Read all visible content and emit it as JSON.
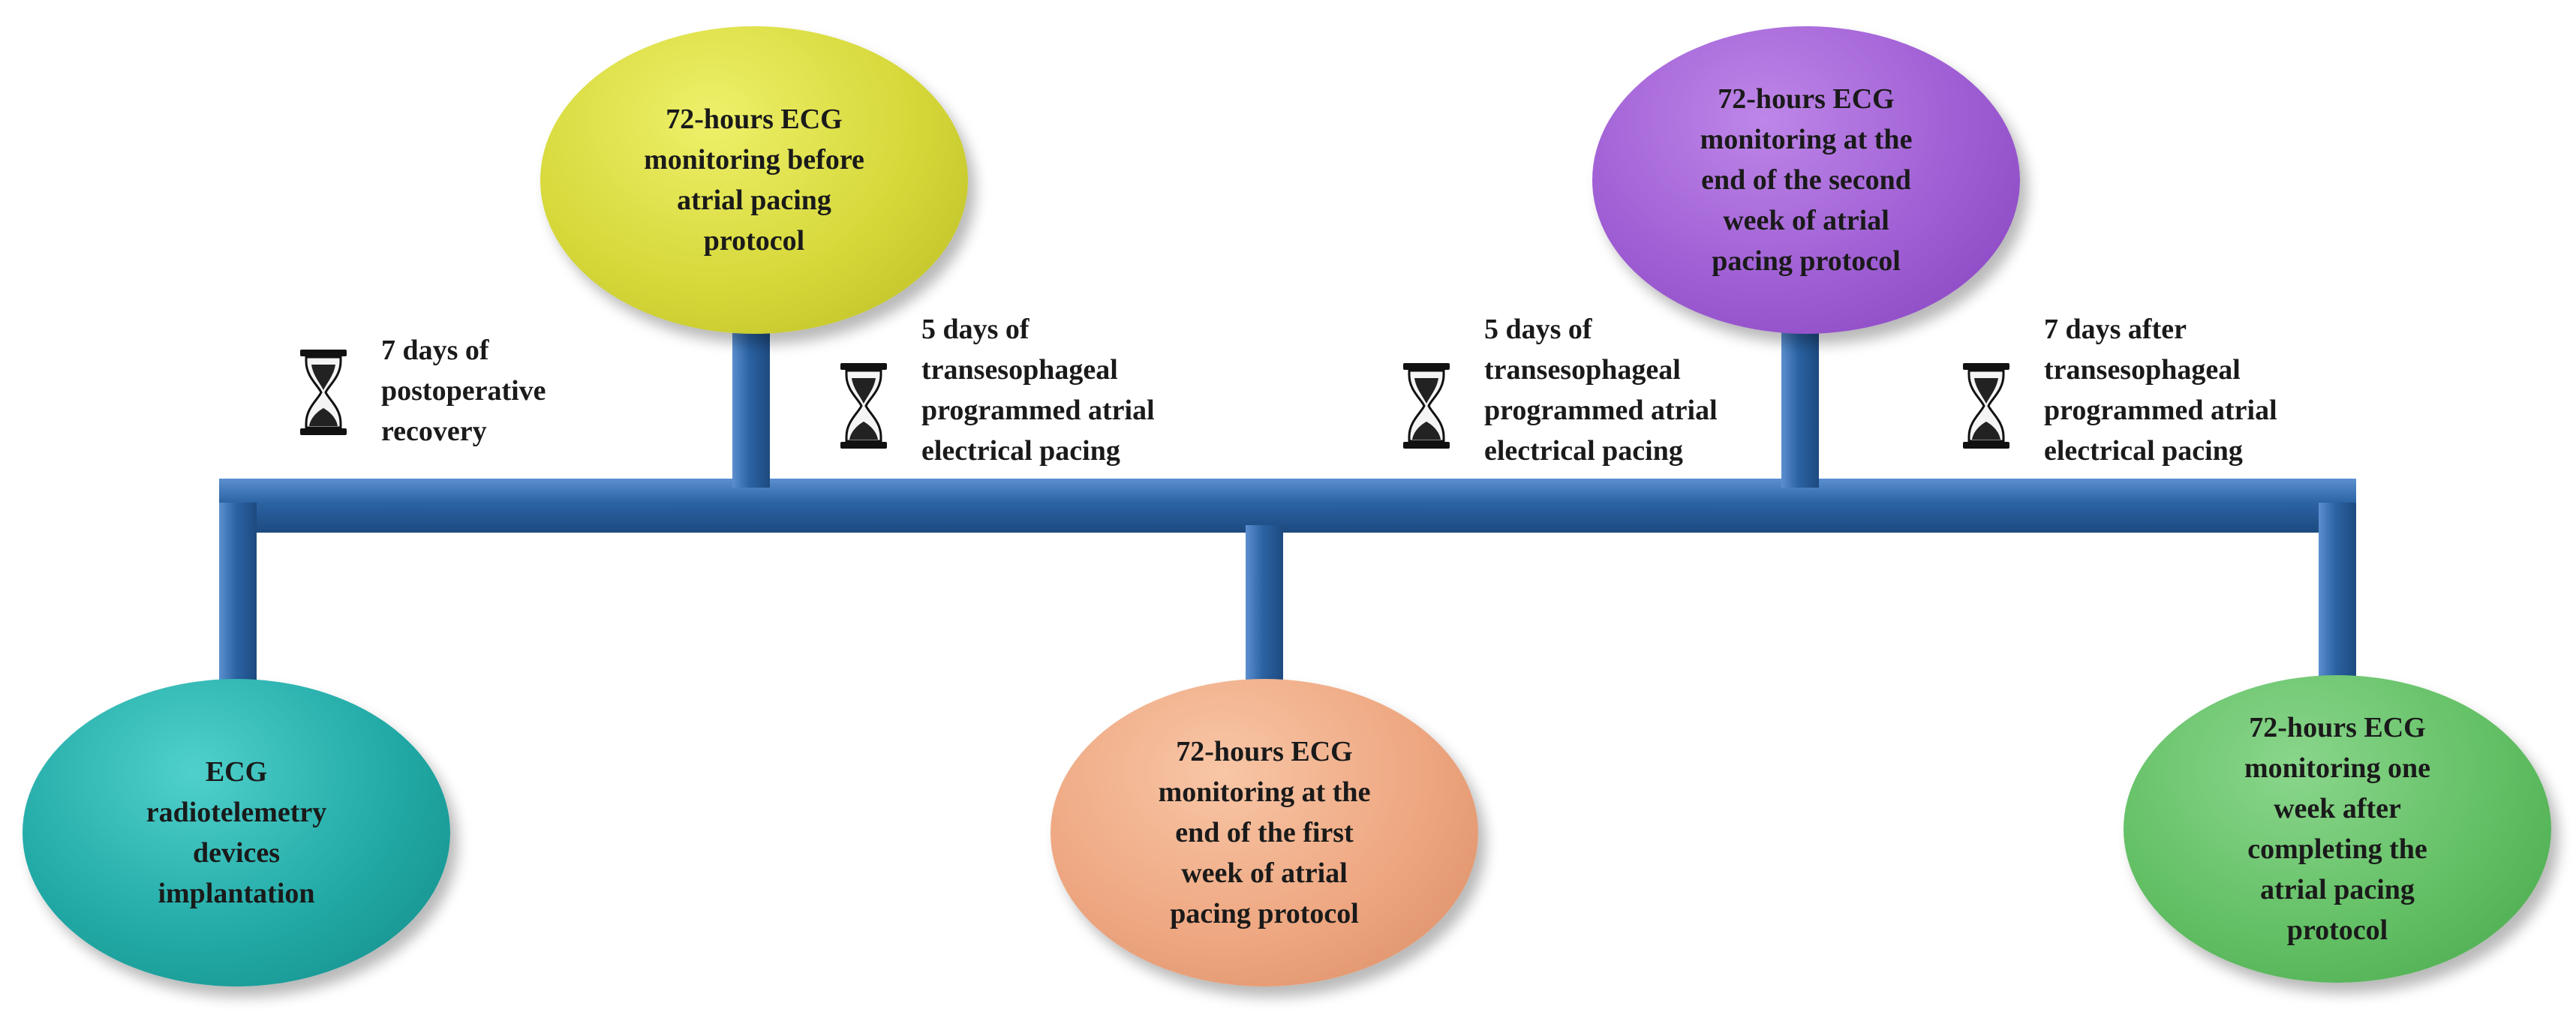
{
  "colors": {
    "bar": "#2b63a3",
    "teal": "#22aaa6",
    "yellow": "#d6d83a",
    "salmon": "#eea781",
    "purple": "#9f5ed4",
    "green": "#63c065"
  },
  "nodes": {
    "implantation": {
      "lines": [
        "ECG",
        "radiotelemetry",
        "devices",
        "implantation"
      ]
    },
    "before_pacing": {
      "lines": [
        "72-hours ECG",
        "monitoring before",
        "atrial pacing",
        "protocol"
      ]
    },
    "first_week": {
      "lines": [
        "72-hours ECG",
        "monitoring at the",
        "end of the first",
        "week of atrial",
        "pacing protocol"
      ]
    },
    "second_week": {
      "lines": [
        "72-hours ECG",
        "monitoring at the",
        "end of the second",
        "week of atrial",
        "pacing protocol"
      ]
    },
    "after_completion": {
      "lines": [
        "72-hours ECG",
        "monitoring one",
        "week after",
        "completing  the",
        "atrial pacing",
        "protocol"
      ]
    }
  },
  "intervals": {
    "recovery": {
      "icon": "hourglass-icon",
      "lines": [
        "7 days of",
        "postoperative",
        "recovery"
      ]
    },
    "pacing_week1": {
      "icon": "hourglass-icon",
      "lines": [
        "5 days of",
        "transesophageal",
        "programmed atrial",
        "electrical pacing"
      ]
    },
    "pacing_week2": {
      "icon": "hourglass-icon",
      "lines": [
        "5 days of",
        "transesophageal",
        "programmed atrial",
        "electrical pacing"
      ]
    },
    "post_pacing": {
      "icon": "hourglass-icon",
      "lines": [
        "7 days after",
        "transesophageal",
        "programmed atrial",
        "electrical pacing"
      ]
    }
  }
}
